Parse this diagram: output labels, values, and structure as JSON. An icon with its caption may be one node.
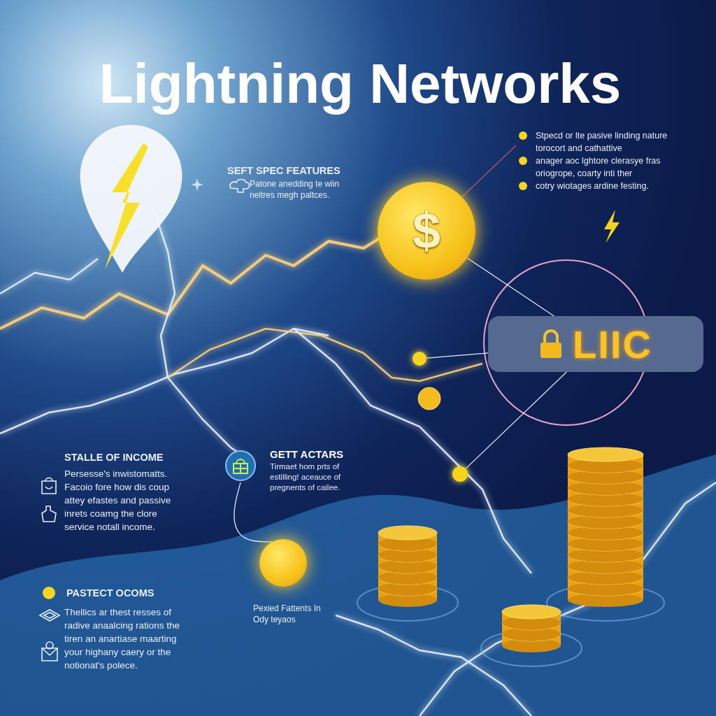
{
  "diagram": {
    "title": "Lightning Networks",
    "nodes": [
      {
        "text": [
          "Stpecd or lte pasive linding nature torocort and cathattive",
          "anager aoc lghtore clerasye fras oriogrope, coarty inti ther",
          "cotry wiotages ardine festing."
        ]
      },
      {
        "text": [
          "$"
        ]
      },
      {
        "text": [
          "LIIC"
        ]
      },
      {
        "text": [],
        "shape": "circle"
      },
      {
        "text": [],
        "shape": "circle"
      },
      {
        "text": [
          "GETT ACTARS",
          "Tirmaet hom prts of estilling! aceauce of pregnents of cailee."
        ]
      },
      {
        "text": [],
        "shape": "circle"
      }
    ],
    "edges": [
      {
        "from": 0,
        "to": 1,
        "arrow": "none",
        "color": "#c0506a"
      },
      {
        "from": 1,
        "to": 2,
        "arrow": "none"
      },
      {
        "from": 3,
        "to": 2,
        "arrow": "none"
      },
      {
        "from": 4,
        "to": 2,
        "arrow": "none"
      },
      {
        "from": 5,
        "to": 6,
        "arrow": "none"
      }
    ],
    "labels": [
      "SEFT SPEC FEATURES",
      "Patone anedding te wiin neltres megh paltces.",
      "STALLE OF INCOME",
      "Persesse's inwistomatts. Facoio fore how dis coup attey efastes and passive inrets coamg the clore service notall income.",
      "PASTECT OCOMS",
      "Thellics ar thest resses of radive anaalcing rations the tiren an anartiase maarting your highany caery or the notionat's polece.",
      "Pexied Fattents In Ody teyaos"
    ]
  }
}
